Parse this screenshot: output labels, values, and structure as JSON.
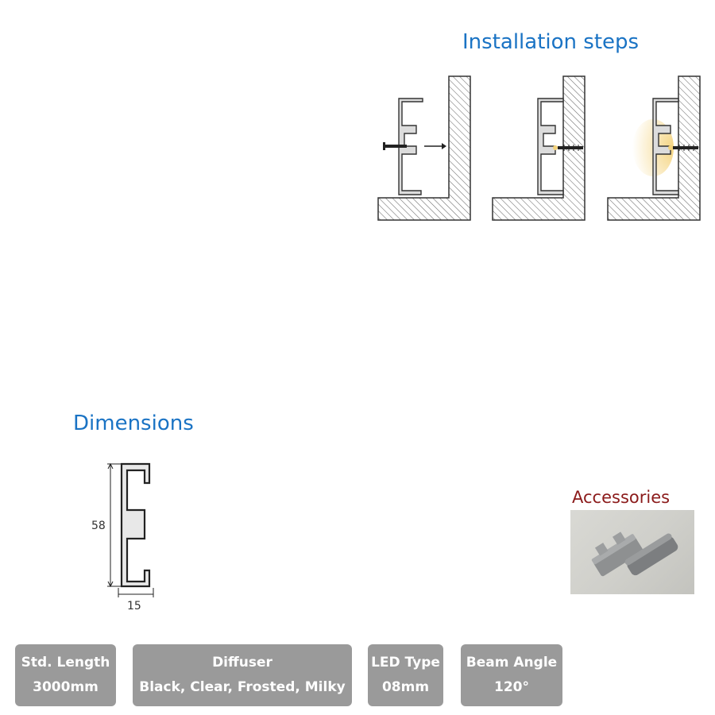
{
  "installation": {
    "title": "Installation steps",
    "steps": [
      "step-1-insert-screw",
      "step-2-mount-profile",
      "step-3-light-on"
    ]
  },
  "dimensions": {
    "title": "Dimensions",
    "height": "58",
    "width": "15"
  },
  "accessories": {
    "title": "Accessories"
  },
  "specs": [
    {
      "label": "Std. Length",
      "value": "3000mm"
    },
    {
      "label": "Diffuser",
      "value": "Black, Clear, Frosted, Milky"
    },
    {
      "label": "LED Type",
      "value": "08mm"
    },
    {
      "label": "Beam Angle",
      "value": "120°"
    }
  ],
  "colors": {
    "heading": "#1a73c4",
    "accessories_heading": "#8b1a1a",
    "spec_box": "#9a9a9a",
    "profile_fill": "#dcdcdc",
    "light_glow": "#f4d27a"
  }
}
